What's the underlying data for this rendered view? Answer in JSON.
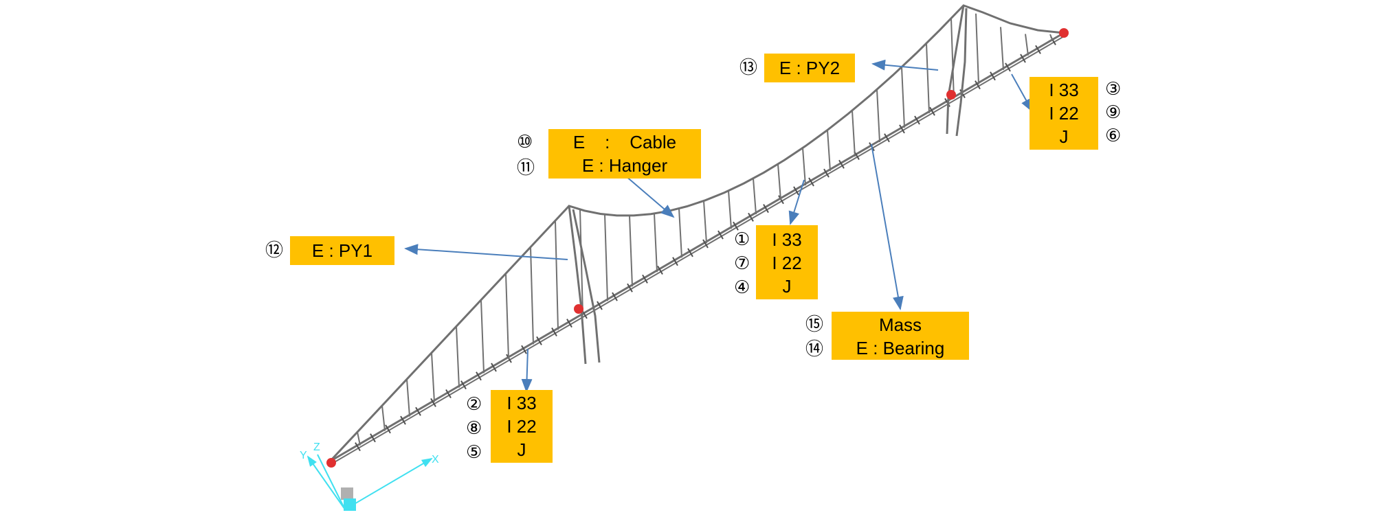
{
  "labels": {
    "pylon2_box": {
      "num": "⑬",
      "lines": [
        "E : PY2"
      ]
    },
    "right_section_box": {
      "nums": [
        "③",
        "⑨",
        "⑥"
      ],
      "lines": [
        "I 33",
        "I 22",
        "J"
      ]
    },
    "cable_hanger_box": {
      "nums": [
        "⑩",
        "⑪"
      ],
      "lines": [
        "E    :    Cable",
        "E : Hanger"
      ]
    },
    "pylon1_box": {
      "num": "⑫",
      "lines": [
        "E : PY1"
      ]
    },
    "middle_section_box": {
      "nums": [
        "①",
        "⑦",
        "④"
      ],
      "lines": [
        "I 33",
        "I 22",
        "J"
      ]
    },
    "mass_bearing_box": {
      "nums": [
        "⑮",
        "⑭"
      ],
      "lines": [
        "Mass",
        "E : Bearing"
      ]
    },
    "left_section_box": {
      "nums": [
        "②",
        "⑧",
        "⑤"
      ],
      "lines": [
        "I 33",
        "I 22",
        "J"
      ]
    }
  },
  "axes": {
    "x": "X",
    "y": "Y",
    "z": "Z"
  },
  "colors": {
    "label_fill": "#ffc000",
    "arrow": "#4a7ebb",
    "structure": "#707070",
    "support": "#e03030",
    "axis": "#40e0f0"
  }
}
